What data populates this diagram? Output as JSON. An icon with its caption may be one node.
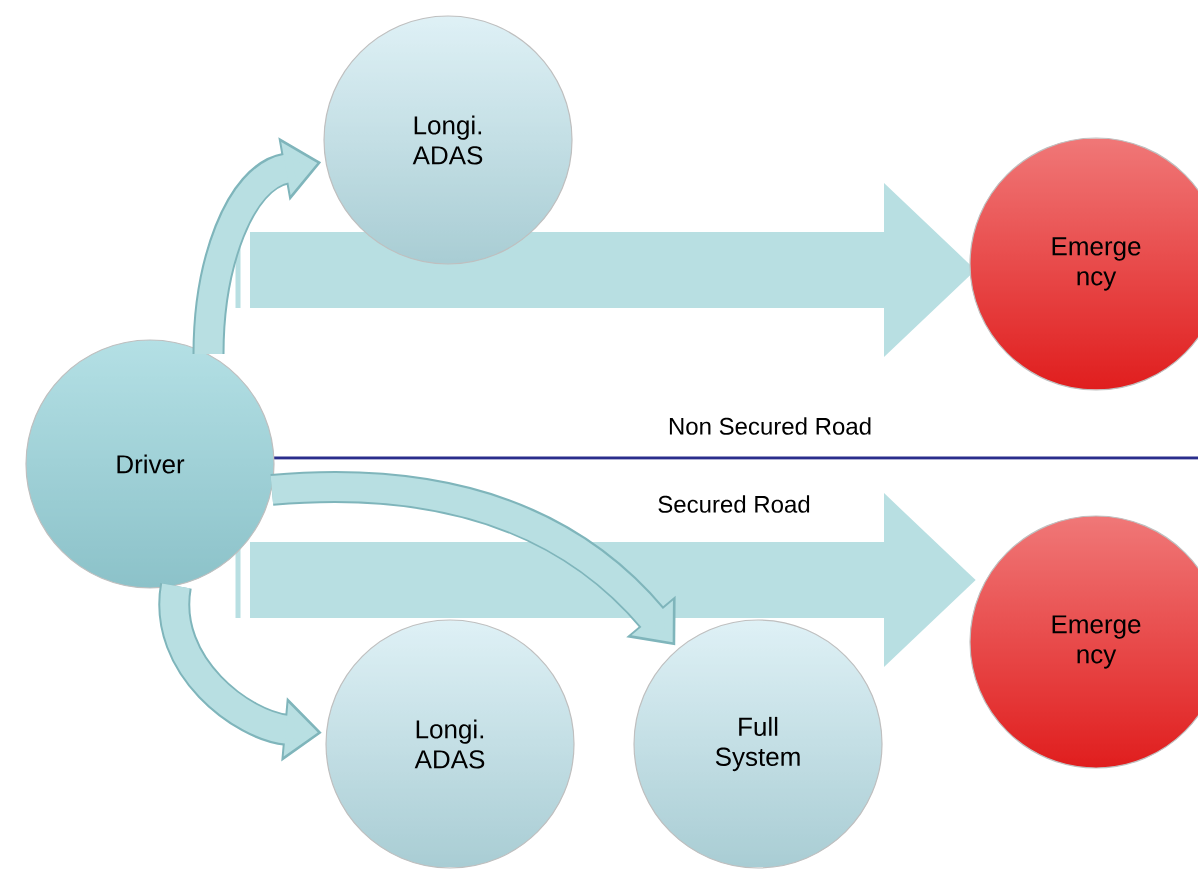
{
  "diagram": {
    "nodes": [
      {
        "text": [
          "Longi. ADAS"
        ]
      },
      {
        "text": [
          "Emerge ncy"
        ]
      },
      {
        "text": [
          "Driver"
        ]
      },
      {
        "text": [
          "Emerge ncy"
        ]
      },
      {
        "text": [
          "Longi. ADAS"
        ]
      },
      {
        "text": [
          "Full System"
        ]
      }
    ],
    "edges": [
      {
        "from": 2,
        "to": 0,
        "arrow": "to"
      },
      {
        "from": 2,
        "to": 1,
        "arrow": "to",
        "style": "thick"
      },
      {
        "from": 2,
        "to": 5,
        "arrow": "to"
      },
      {
        "from": 2,
        "to": 3,
        "arrow": "to",
        "style": "thick"
      },
      {
        "from": 2,
        "to": 4,
        "arrow": "to"
      }
    ],
    "labels": [
      "Non Secured Road",
      "Secured Road"
    ]
  }
}
